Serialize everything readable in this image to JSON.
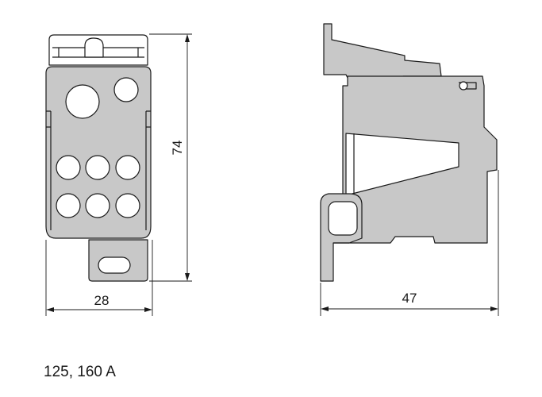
{
  "dimensions": {
    "front_height": "74",
    "front_width": "28",
    "side_depth": "47"
  },
  "caption": "125, 160 A",
  "colors": {
    "body_fill": "#c8c8c8",
    "outline": "#1a1a1a",
    "background": "#ffffff"
  }
}
